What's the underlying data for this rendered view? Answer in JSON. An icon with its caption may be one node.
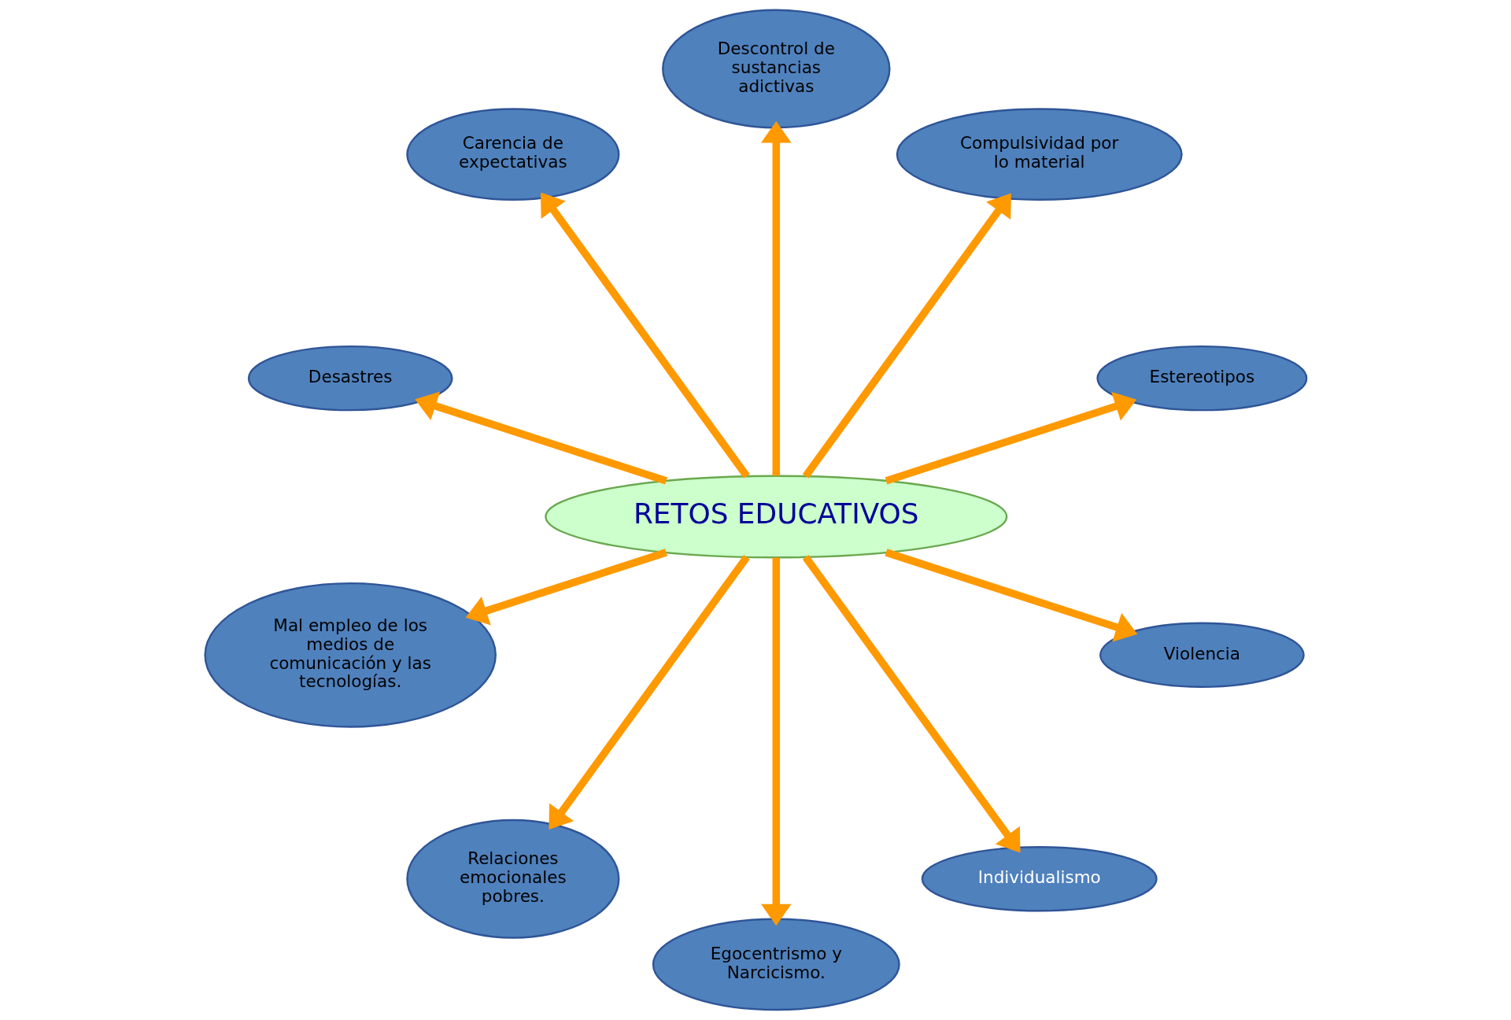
{
  "diagram": {
    "nodes": [
      {
        "text": [
          "RETOS EDUCATIVOS"
        ]
      },
      {
        "text": [
          "Estereotipos"
        ]
      },
      {
        "text": [
          "Compulsividad por lo material"
        ]
      },
      {
        "text": [
          "Descontrol de sustancias adictivas"
        ]
      },
      {
        "text": [
          "Carencia de expectativas"
        ]
      },
      {
        "text": [
          "Desastres"
        ]
      },
      {
        "text": [
          "Mal empleo de los medios de comunicación y las tecnologías."
        ]
      },
      {
        "text": [
          "Relaciones emocionales pobres."
        ]
      },
      {
        "text": [
          "Egocentrismo y Narcicismo."
        ]
      },
      {
        "text": [
          "Individualismo"
        ]
      },
      {
        "text": [
          "Violencia"
        ]
      }
    ],
    "edges": [
      {
        "from": 0,
        "to": 1,
        "arrow": "to"
      },
      {
        "from": 0,
        "to": 2,
        "arrow": "to"
      },
      {
        "from": 0,
        "to": 3,
        "arrow": "to"
      },
      {
        "from": 0,
        "to": 4,
        "arrow": "to"
      },
      {
        "from": 0,
        "to": 5,
        "arrow": "to"
      },
      {
        "from": 0,
        "to": 6,
        "arrow": "to"
      },
      {
        "from": 0,
        "to": 7,
        "arrow": "to"
      },
      {
        "from": 0,
        "to": 8,
        "arrow": "to"
      },
      {
        "from": 0,
        "to": 9,
        "arrow": "to"
      },
      {
        "from": 0,
        "to": 10,
        "arrow": "to"
      }
    ]
  }
}
